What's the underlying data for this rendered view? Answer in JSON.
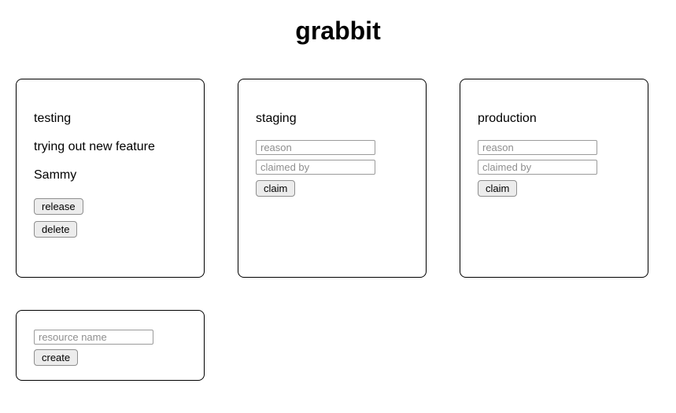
{
  "page": {
    "title": "grabbit"
  },
  "resources": [
    {
      "name": "testing",
      "status": "claimed",
      "reason": "trying out new feature",
      "claimed_by": "Sammy",
      "release_label": "release",
      "delete_label": "delete"
    },
    {
      "name": "staging",
      "status": "available",
      "reason_placeholder": "reason",
      "claimed_by_placeholder": "claimed by",
      "claim_label": "claim"
    },
    {
      "name": "production",
      "status": "available",
      "reason_placeholder": "reason",
      "claimed_by_placeholder": "claimed by",
      "claim_label": "claim"
    }
  ],
  "create_panel": {
    "name_placeholder": "resource name",
    "create_label": "create"
  },
  "colors": {
    "background": "#ffffff",
    "text": "#000000",
    "card_border": "#000000",
    "input_border": "#9b9b9b",
    "placeholder": "#8e8e8e",
    "button_bg": "#ececec",
    "button_border": "#8e8e8e"
  }
}
